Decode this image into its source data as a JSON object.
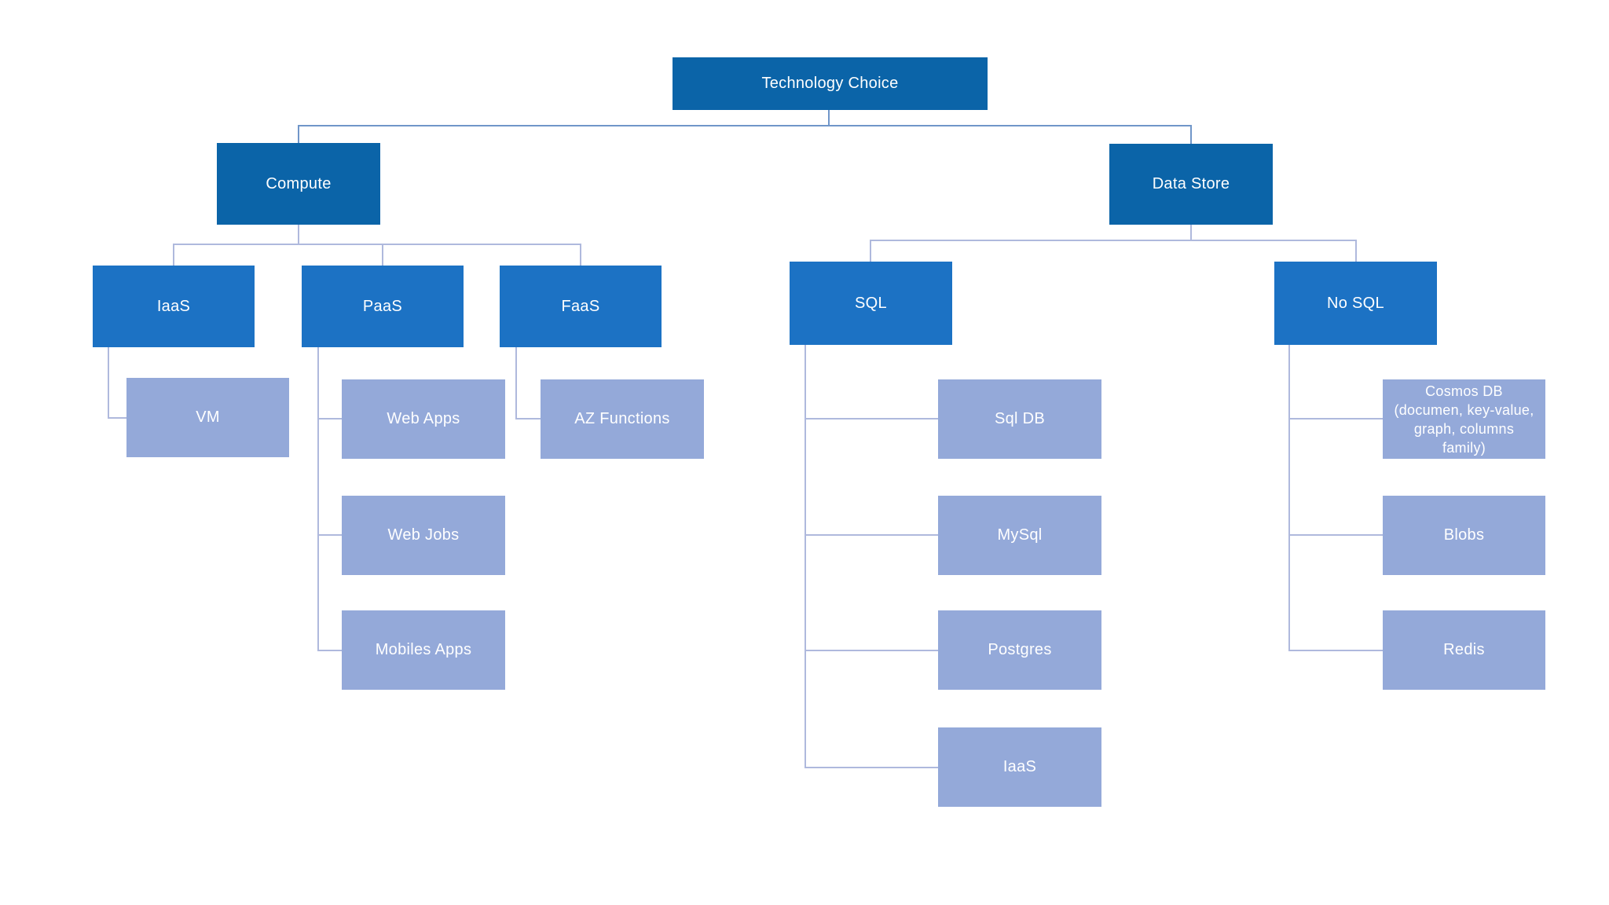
{
  "colors": {
    "node-primary": "#0b64a8",
    "node-secondary": "#1c72c4",
    "node-leaf": "#94a9d9",
    "connector-primary": "#7096c9",
    "connector-secondary": "#afb9dd",
    "node-text": "#ffffff",
    "background": "#ffffff"
  },
  "hierarchy": {
    "label": "Technology Choice",
    "children": [
      {
        "label": "Compute",
        "children": [
          {
            "label": "IaaS",
            "children": [
              {
                "label": "VM"
              }
            ]
          },
          {
            "label": "PaaS",
            "children": [
              {
                "label": "Web Apps"
              },
              {
                "label": "Web Jobs"
              },
              {
                "label": "Mobiles Apps"
              }
            ]
          },
          {
            "label": "FaaS",
            "children": [
              {
                "label": "AZ Functions"
              }
            ]
          }
        ]
      },
      {
        "label": "Data Store",
        "children": [
          {
            "label": "SQL",
            "children": [
              {
                "label": "Sql DB"
              },
              {
                "label": "MySql"
              },
              {
                "label": "Postgres"
              },
              {
                "label": "IaaS"
              }
            ]
          },
          {
            "label": "No SQL",
            "children": [
              {
                "label": "Cosmos DB\n(documen, key-value,\ngraph, columns\nfamily)"
              },
              {
                "label": "Blobs"
              },
              {
                "label": "Redis"
              }
            ]
          }
        ]
      }
    ]
  }
}
